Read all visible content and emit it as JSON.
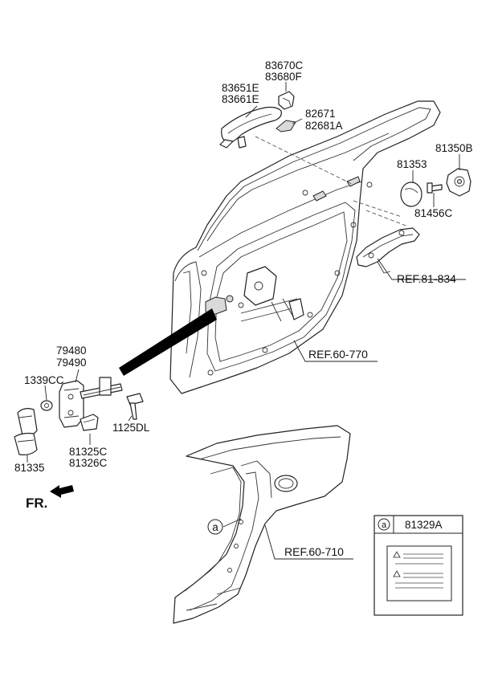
{
  "parts": {
    "p83670C": "83670C",
    "p83680F": "83680F",
    "p83651E": "83651E",
    "p83661E": "83661E",
    "p82671": "82671",
    "p82681A": "82681A",
    "p81350B": "81350B",
    "p81353": "81353",
    "p81456C": "81456C",
    "p79480": "79480",
    "p79490": "79490",
    "p1339CC": "1339CC",
    "p1125DL": "1125DL",
    "p81325C": "81325C",
    "p81326C": "81326C",
    "p81335": "81335",
    "p81329A": "81329A"
  },
  "refs": {
    "ref_81_834": "REF.81-834",
    "ref_60_770": "REF.60-770",
    "ref_60_710": "REF.60-710"
  },
  "direction": {
    "front_label": "FR."
  },
  "callout": {
    "marker": "a",
    "inset_marker": "a"
  }
}
